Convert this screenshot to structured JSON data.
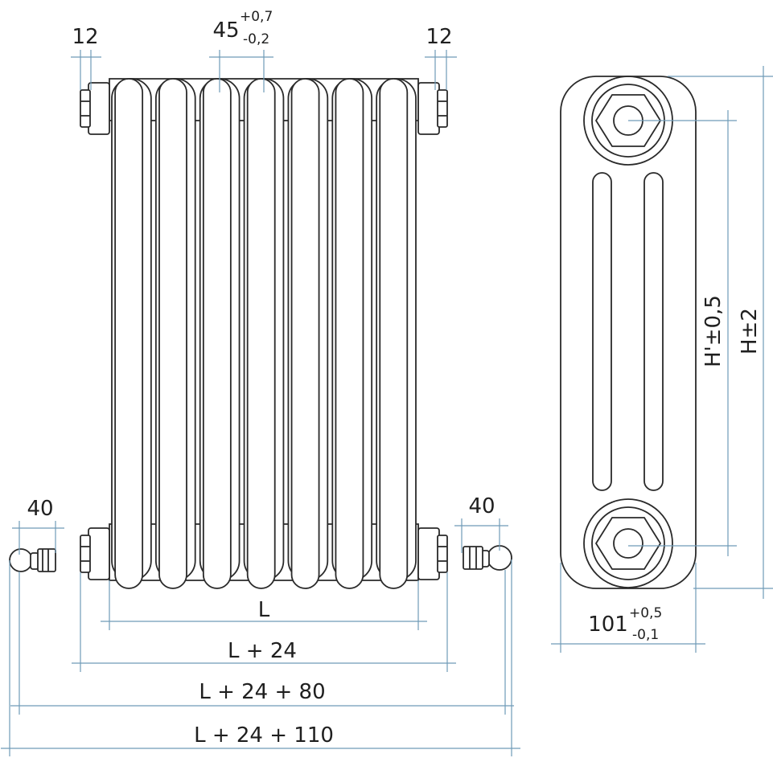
{
  "diagram": {
    "front_view": {
      "section_count": 7,
      "pitch_label": "45",
      "pitch_tol_plus": "+0,7",
      "pitch_tol_minus": "-0,2",
      "plug_left_label": "12",
      "plug_right_label": "12",
      "valve_left_label": "40",
      "valve_right_label": "40",
      "dim_L": "L",
      "dim_L24": "L + 24",
      "dim_L2480": "L + 24 + 80",
      "dim_L24110": "L + 24 + 110"
    },
    "side_view": {
      "depth_label": "101",
      "depth_tol_plus": "+0,5",
      "depth_tol_minus": "-0,1",
      "h_prime_label": "H'±0,5",
      "h_label": "H±2"
    },
    "colors": {
      "outline": "#2a2a2a",
      "dimension": "#6f9bb7"
    }
  }
}
